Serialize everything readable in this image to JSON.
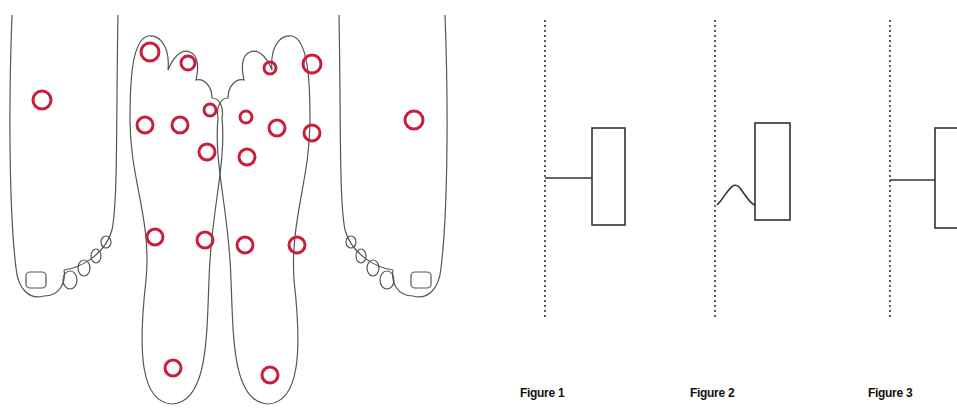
{
  "diagram": {
    "labels": [
      "Figure 1",
      "Figure 2",
      "Figure 3"
    ]
  }
}
